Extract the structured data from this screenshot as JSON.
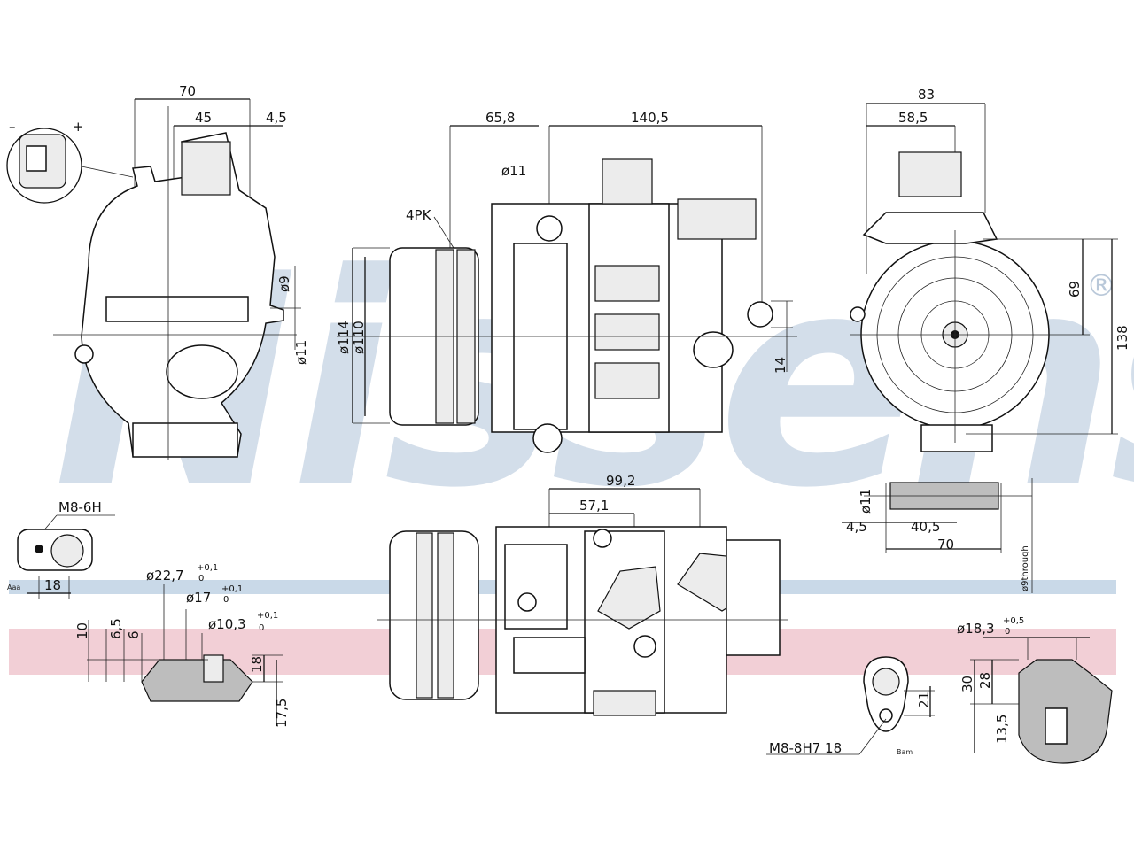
{
  "brand": {
    "watermark": "Nissens",
    "registered_mark": "®",
    "watermark_color": "#c5d3e3",
    "band_blue": "#c9d9e8",
    "band_pink": "#f2cfd6"
  },
  "connector": {
    "minus": "–",
    "plus": "+"
  },
  "front_view": {
    "dim_70": "70",
    "dim_45": "45",
    "dim_4_5": "4,5",
    "dim_d9": "ø9",
    "dim_d11": "ø11"
  },
  "side_view": {
    "dim_65_8": "65,8",
    "dim_140_5": "140,5",
    "dim_d11": "ø11",
    "label_4pk": "4PK",
    "dim_d114": "ø114",
    "dim_d110": "ø110",
    "dim_14": "14"
  },
  "rear_view": {
    "dim_83": "83",
    "dim_58_5": "58,5",
    "dim_69": "69",
    "dim_138": "138"
  },
  "bracket": {
    "dim_d11": "ø11",
    "dim_4_5": "4,5",
    "dim_40_5": "40,5",
    "dim_70": "70",
    "thru_label": "ø9through"
  },
  "top_view": {
    "dim_99_2": "99,2",
    "dim_57_1": "57,1"
  },
  "port_left": {
    "thread_label": "M8-6H",
    "dim_18": "18",
    "d22_7": "ø22,7",
    "d22_7_tol_up": "+0,1",
    "d22_7_tol_low": "0",
    "d17": "ø17",
    "d17_tol_up": "+0,1",
    "d17_tol_low": "0",
    "d10_3": "ø10,3",
    "d10_3_tol_up": "+0,1",
    "d10_3_tol_low": "0",
    "dim_10": "10",
    "dim_6_5": "6,5",
    "dim_6": "6",
    "dim_18b": "18",
    "dim_17_5": "17,5"
  },
  "port_right": {
    "d18_3": "ø18,3",
    "d18_3_tol_up": "+0,5",
    "d18_3_tol_low": "0",
    "dim_30": "30",
    "dim_28": "28",
    "dim_21": "21",
    "dim_13_5": "13,5",
    "thread_label": "M8-8H7 18"
  }
}
